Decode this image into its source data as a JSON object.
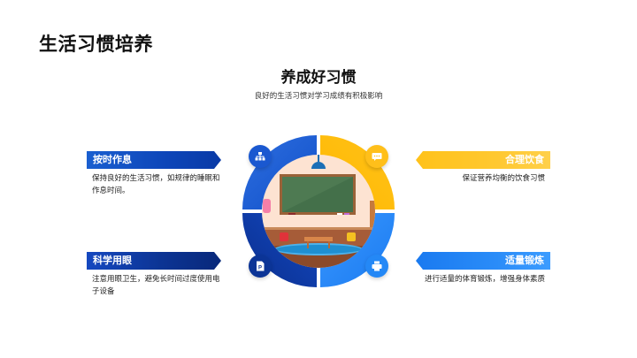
{
  "page": {
    "title": "生活习惯培养"
  },
  "section": {
    "title": "养成好习惯",
    "subtitle": "良好的生活习惯对学习成绩有积极影响"
  },
  "items": [
    {
      "label": "按时作息",
      "description": "保持良好的生活习惯，如规律的睡眠和作息时间。",
      "color": "#0d45b8",
      "icon": "sitemap-icon"
    },
    {
      "label": "科学用眼",
      "description": "注意用眼卫生，避免长时间过度使用电子设备",
      "color": "#0c3494",
      "icon": "document-icon"
    },
    {
      "label": "合理饮食",
      "description": "保证营养均衡的饮食习惯",
      "color": "#ffc21a",
      "icon": "chat-icon"
    },
    {
      "label": "适量锻炼",
      "description": "进行适量的体育锻炼，增强身体素质",
      "color": "#2a8cf8",
      "icon": "printer-icon"
    }
  ],
  "illustration": {
    "subject": "classroom"
  }
}
